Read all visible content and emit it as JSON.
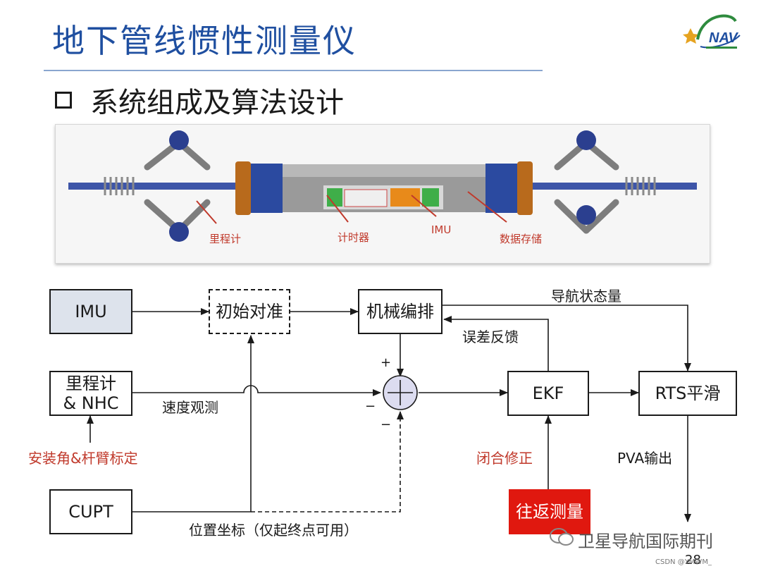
{
  "header": {
    "title": "地下管线惯性测量仪",
    "subtitle": "系统组成及算法设计",
    "logo_text": "NAV"
  },
  "photo": {
    "labels": {
      "odometer": "里程计",
      "timer": "计时器",
      "imu": "IMU",
      "storage": "数据存储"
    }
  },
  "diagram": {
    "boxes": {
      "imu": "IMU",
      "init_align": "初始对准",
      "mech": "机械编排",
      "odometer": "里程计",
      "odometer_sub": "& NHC",
      "ekf": "EKF",
      "rts": "RTS平滑",
      "cupt": "CUPT",
      "round_trip": "往返测量"
    },
    "labels": {
      "nav_state": "导航状态量",
      "error_feedback": "误差反馈",
      "speed_obs": "速度观测",
      "install_calib": "安装角&杆臂标定",
      "closed_loop": "闭合修正",
      "pva_output": "PVA输出",
      "position_coord": "位置坐标（仅起终点可用）",
      "plus": "+",
      "minus1": "−",
      "minus2": "−"
    }
  },
  "footer": {
    "watermark": "卫星导航国际期刊",
    "csdn": "CSDN @YMWM_",
    "page": "28"
  },
  "colors": {
    "title_blue": "#1f4fa0",
    "red_label": "#c0392b",
    "red_box": "#e0180f",
    "imu_fill": "#dde3ec",
    "sum_fill": "#dcdcf0"
  }
}
